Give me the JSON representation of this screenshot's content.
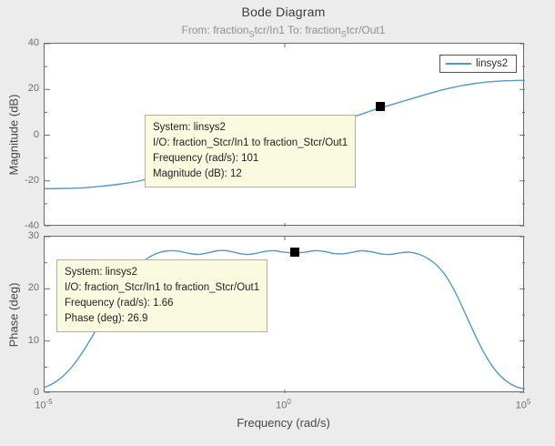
{
  "figure": {
    "title": "Bode Diagram",
    "subtitle": {
      "pre": "From: fraction",
      "sub1": "S",
      "mid": "tcr/In1  To: fraction",
      "sub2": "S",
      "post": "tcr/Out1"
    },
    "xlabel": "Frequency  (rad/s)",
    "background_color": "#ececec",
    "xticks": [
      {
        "base": "10",
        "exp": "-5"
      },
      {
        "base": "10",
        "exp": "0"
      },
      {
        "base": "10",
        "exp": "5"
      }
    ]
  },
  "legend": {
    "label": "linsys2",
    "line_color": "#4e9bce",
    "position": "top-right-inside"
  },
  "tooltips": [
    {
      "lines": [
        "System: linsys2",
        "I/O: fraction_Stcr/In1 to fraction_Stcr/Out1",
        "Frequency (rad/s): 101",
        "Magnitude (dB): 12"
      ]
    },
    {
      "lines": [
        "System: linsys2",
        "I/O: fraction_Stcr/In1 to fraction_Stcr/Out1",
        "Frequency (rad/s): 1.66",
        "Phase (deg): 26.9"
      ]
    }
  ],
  "chart_data": [
    {
      "type": "line",
      "title": "Bode Diagram",
      "ylabel": "Magnitude (dB)",
      "xscale": "log",
      "xlim_exponents": [
        -5,
        5
      ],
      "ylim": [
        -40,
        40
      ],
      "yticks": [
        40,
        20,
        0,
        -20,
        -40
      ],
      "yminor_step": 10,
      "grid": false,
      "marker": {
        "frequency_rad_s": 101,
        "magnitude_db": 12
      },
      "series": [
        {
          "name": "linsys2",
          "color": "#4e9bce",
          "points_log10f_value": [
            [
              -5,
              -23.4
            ],
            [
              -4.6,
              -23.3
            ],
            [
              -4.2,
              -23.0
            ],
            [
              -3.8,
              -22.3
            ],
            [
              -3.4,
              -21.3
            ],
            [
              -3.0,
              -19.9
            ],
            [
              -2.6,
              -17.3
            ],
            [
              -2.2,
              -14.9
            ],
            [
              -1.8,
              -12.4
            ],
            [
              -1.4,
              -9.9
            ],
            [
              -1.0,
              -7.4
            ],
            [
              -0.6,
              -4.9
            ],
            [
              -0.2,
              -2.3
            ],
            [
              0.2,
              0.3
            ],
            [
              0.6,
              2.9
            ],
            [
              1.0,
              5.4
            ],
            [
              1.4,
              7.8
            ],
            [
              1.8,
              10.7
            ],
            [
              2.0,
              12.0
            ],
            [
              2.2,
              13.2
            ],
            [
              2.6,
              15.7
            ],
            [
              3.0,
              18.2
            ],
            [
              3.4,
              20.4
            ],
            [
              3.8,
              22.1
            ],
            [
              4.2,
              23.2
            ],
            [
              4.6,
              23.8
            ],
            [
              5.0,
              24.0
            ]
          ]
        }
      ]
    },
    {
      "type": "line",
      "ylabel": "Phase (deg)",
      "xlabel": "Frequency  (rad/s)",
      "xscale": "log",
      "xlim_exponents": [
        -5,
        5
      ],
      "ylim": [
        0,
        30
      ],
      "yticks": [
        30,
        20,
        10,
        0
      ],
      "yminor_step": 5,
      "grid": false,
      "marker": {
        "frequency_rad_s": 1.66,
        "phase_deg": 26.9
      },
      "series": [
        {
          "name": "linsys2",
          "color": "#4e9bce",
          "points_log10f_value": [
            [
              -5,
              1.1
            ],
            [
              -4.8,
              2.0
            ],
            [
              -4.6,
              3.4
            ],
            [
              -4.4,
              5.4
            ],
            [
              -4.2,
              8.0
            ],
            [
              -4.0,
              11.0
            ],
            [
              -3.8,
              14.2
            ],
            [
              -3.6,
              17.4
            ],
            [
              -3.4,
              20.3
            ],
            [
              -3.2,
              22.8
            ],
            [
              -3.0,
              24.8
            ],
            [
              -2.8,
              26.2
            ],
            [
              -2.6,
              27.0
            ],
            [
              -2.4,
              27.3
            ],
            [
              -2.2,
              27.2
            ],
            [
              -2.0,
              26.8
            ],
            [
              -1.8,
              26.6
            ],
            [
              -1.6,
              26.9
            ],
            [
              -1.4,
              27.3
            ],
            [
              -1.2,
              27.3
            ],
            [
              -1.0,
              26.9
            ],
            [
              -0.8,
              26.6
            ],
            [
              -0.6,
              26.8
            ],
            [
              -0.4,
              27.2
            ],
            [
              -0.2,
              27.3
            ],
            [
              0.0,
              27.0
            ],
            [
              0.22,
              26.9
            ],
            [
              0.4,
              27.0
            ],
            [
              0.6,
              27.3
            ],
            [
              0.8,
              27.2
            ],
            [
              1.0,
              26.8
            ],
            [
              1.2,
              26.7
            ],
            [
              1.4,
              27.0
            ],
            [
              1.6,
              27.3
            ],
            [
              1.8,
              27.1
            ],
            [
              2.0,
              26.7
            ],
            [
              2.2,
              26.6
            ],
            [
              2.4,
              26.9
            ],
            [
              2.6,
              27.0
            ],
            [
              2.8,
              26.6
            ],
            [
              3.0,
              25.7
            ],
            [
              3.2,
              24.2
            ],
            [
              3.4,
              21.8
            ],
            [
              3.6,
              18.4
            ],
            [
              3.8,
              14.4
            ],
            [
              4.0,
              10.4
            ],
            [
              4.2,
              6.9
            ],
            [
              4.4,
              4.2
            ],
            [
              4.6,
              2.4
            ],
            [
              4.8,
              1.3
            ],
            [
              5.0,
              0.8
            ]
          ]
        }
      ]
    }
  ]
}
